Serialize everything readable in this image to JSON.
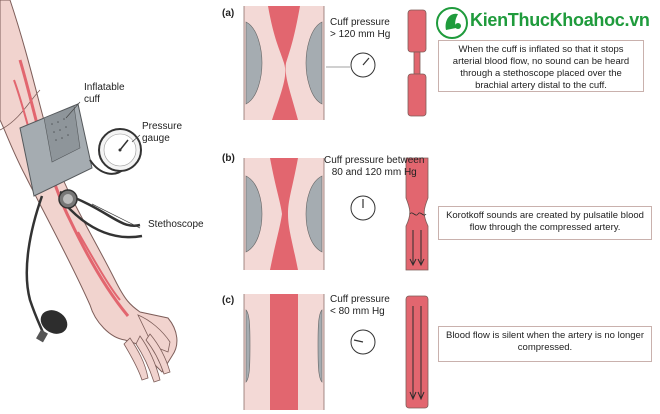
{
  "labels": {
    "cuff": "Inflatable\ncuff",
    "gauge": "Pressure\ngauge",
    "stethoscope": "Stethoscope"
  },
  "panels": [
    {
      "letter": "(a)",
      "pressure": "Cuff pressure\n> 120 mm Hg",
      "caption": "When the cuff is inflated so that it stops arterial blood flow, no sound can be heard through a stethoscope placed over the brachial artery distal to the cuff."
    },
    {
      "letter": "(b)",
      "pressure": "Cuff pressure between\n80 and 120 mm Hg",
      "caption": "Korotkoff sounds are created by pulsatile blood flow through the compressed artery."
    },
    {
      "letter": "(c)",
      "pressure": "Cuff pressure\n< 80 mm Hg",
      "caption": "Blood flow is silent when the artery is no longer compressed."
    }
  ],
  "watermark": "KienThucKhoahoc.vn",
  "colors": {
    "artery": "#e2666f",
    "skin": "#f3d9d6",
    "cuff": "#a5acb1",
    "watermark": "#1f9b3c"
  }
}
